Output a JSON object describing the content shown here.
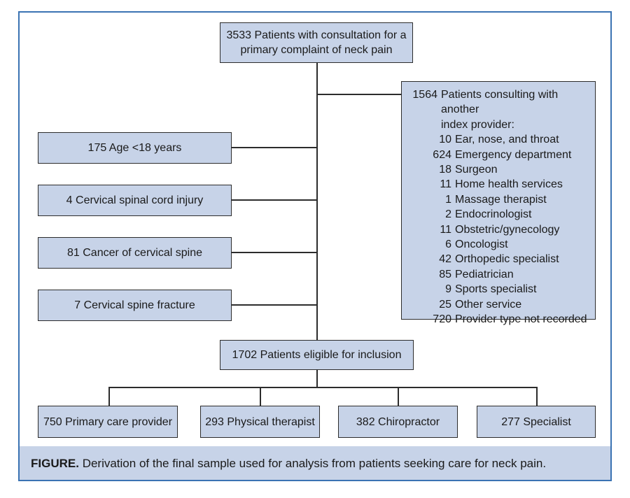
{
  "top_box": {
    "line1": "3533 Patients with consultation for a",
    "line2": "primary complaint of neck pain"
  },
  "other_provider": {
    "count": "1564",
    "heading_line1": "Patients consulting with another",
    "heading_line2": "index provider:",
    "items": [
      {
        "n": "10",
        "label": "Ear, nose, and throat"
      },
      {
        "n": "624",
        "label": "Emergency department"
      },
      {
        "n": "18",
        "label": "Surgeon"
      },
      {
        "n": "11",
        "label": "Home health services"
      },
      {
        "n": "1",
        "label": "Massage therapist"
      },
      {
        "n": "2",
        "label": "Endocrinologist"
      },
      {
        "n": "11",
        "label": "Obstetric/gynecology"
      },
      {
        "n": "6",
        "label": "Oncologist"
      },
      {
        "n": "42",
        "label": "Orthopedic specialist"
      },
      {
        "n": "85",
        "label": "Pediatrician"
      },
      {
        "n": "9",
        "label": "Sports specialist"
      },
      {
        "n": "25",
        "label": "Other service"
      },
      {
        "n": "720",
        "label": "Provider type not recorded"
      }
    ]
  },
  "exclusions": [
    "175 Age <18 years",
    "4 Cervical spinal cord injury",
    "81 Cancer of cervical spine",
    "7 Cervical spine fracture"
  ],
  "eligible_box": "1702 Patients eligible for inclusion",
  "final_groups": [
    "750 Primary care provider",
    "293 Physical therapist",
    "382 Chiropractor",
    "277 Specialist"
  ],
  "caption": {
    "label": "FIGURE.",
    "text": "Derivation of the final sample used for analysis from patients seeking care for neck pain."
  }
}
